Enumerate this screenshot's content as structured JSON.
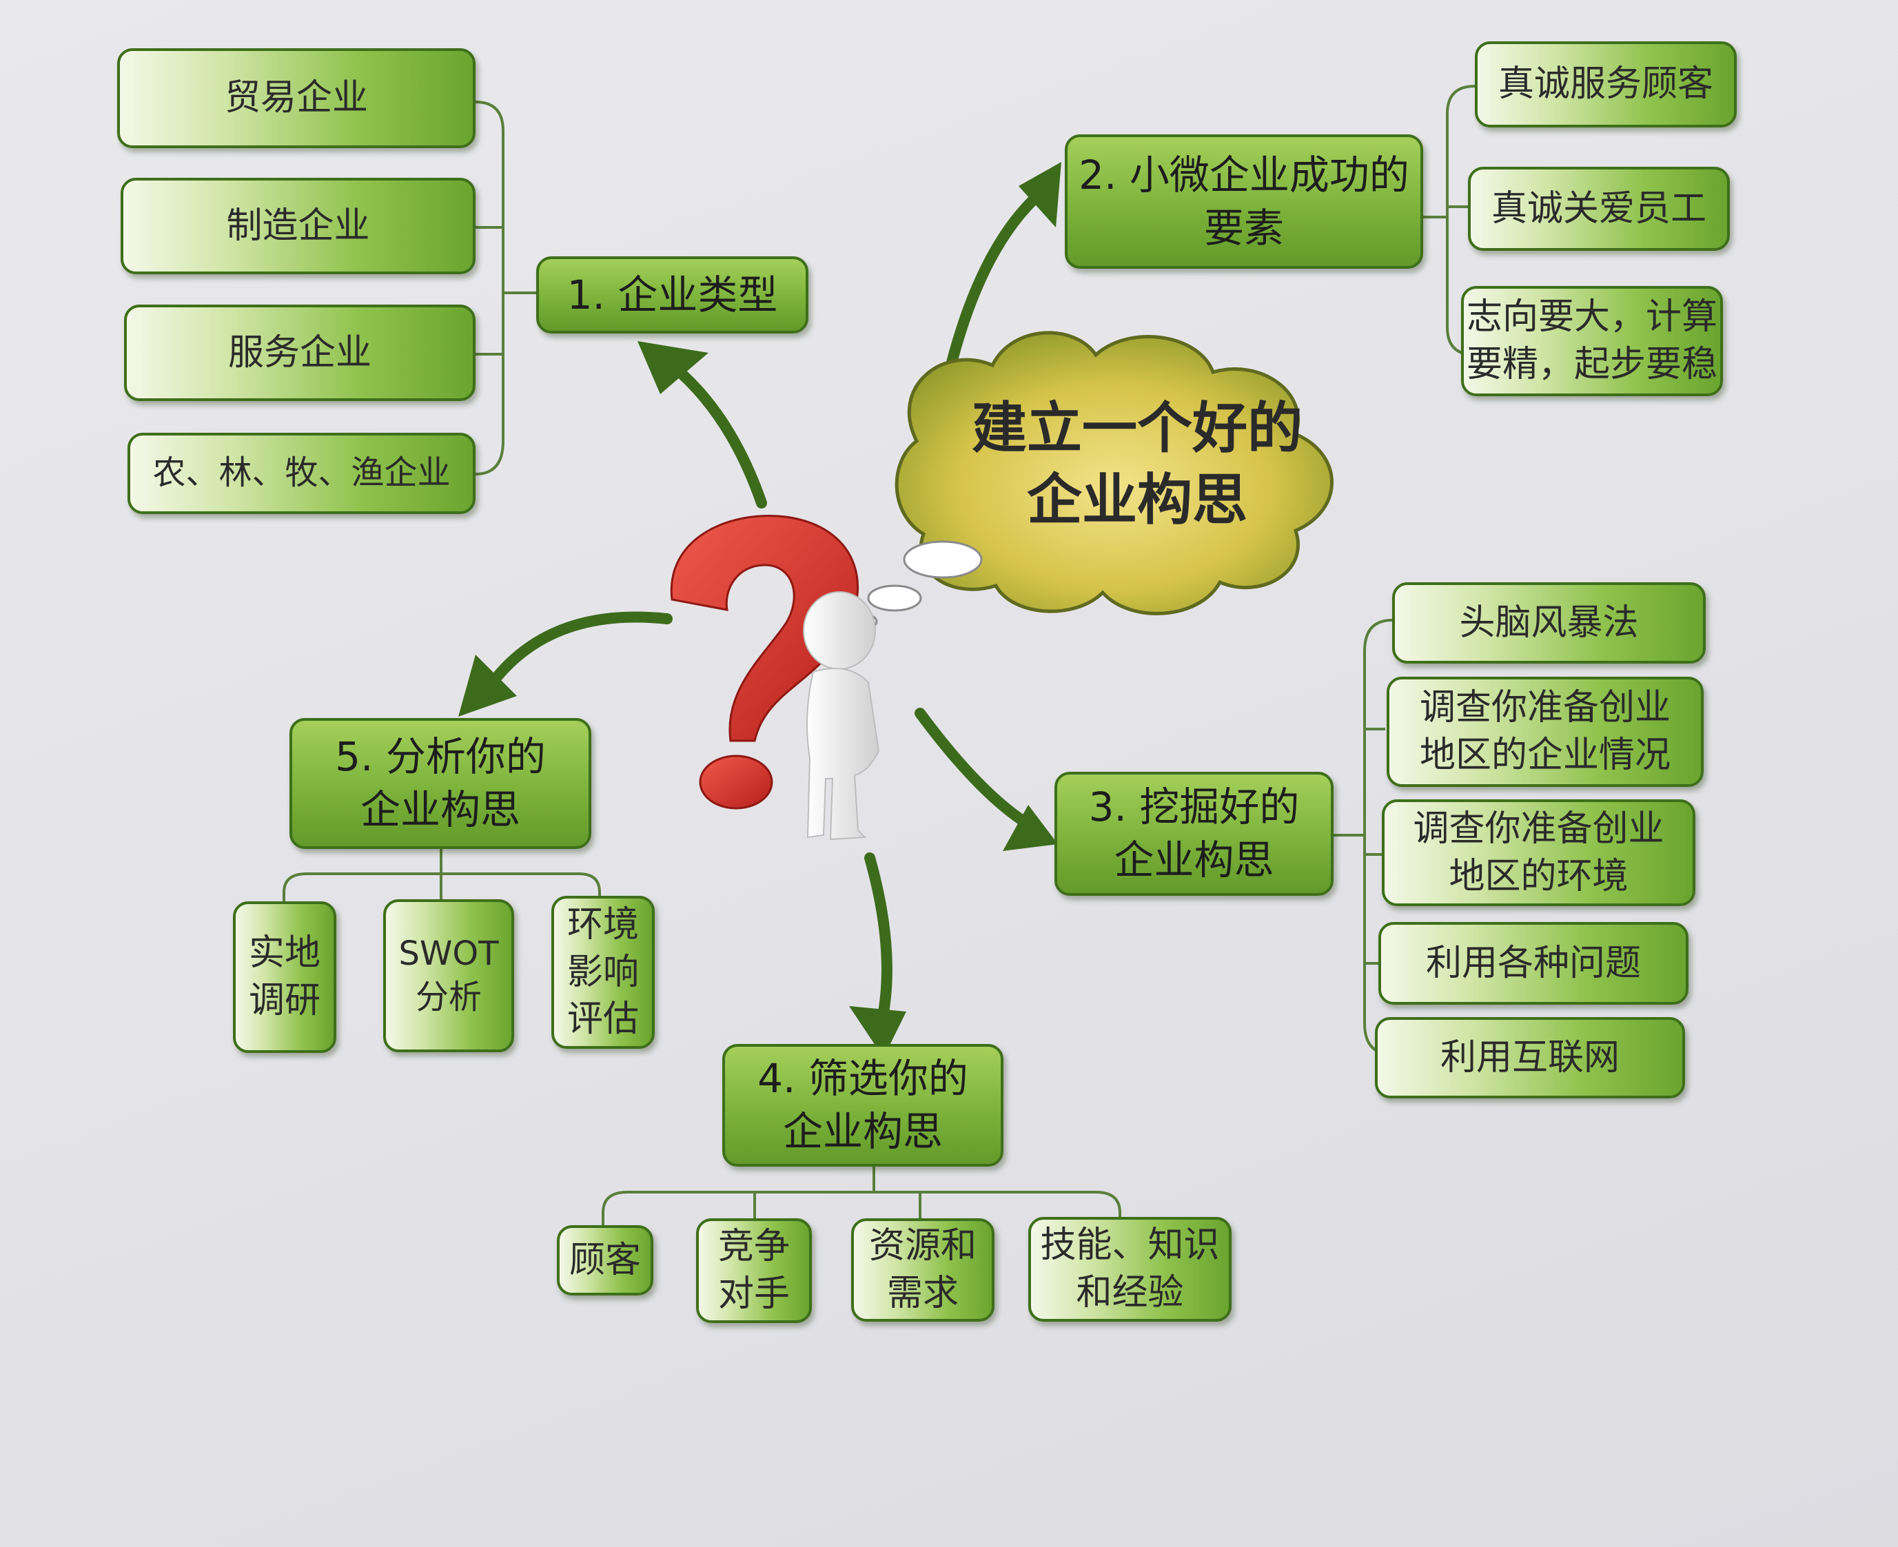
{
  "center": "建立一个好的\n企业构思",
  "branches": {
    "b1": {
      "title": "1. 企业类型",
      "items": [
        "贸易企业",
        "制造企业",
        "服务企业",
        "农、林、牧、渔企业"
      ]
    },
    "b2": {
      "title": "2. 小微企业成功的\n要素",
      "items": [
        "真诚服务顾客",
        "真诚关爱员工",
        "志向要大，计算\n要精，起步要稳"
      ]
    },
    "b3": {
      "title": "3. 挖掘好的\n企业构思",
      "items": [
        "头脑风暴法",
        "调查你准备创业\n地区的企业情况",
        "调查你准备创业\n地区的环境",
        "利用各种问题",
        "利用互联网"
      ]
    },
    "b4": {
      "title": "4. 筛选你的\n企业构思",
      "items": [
        "顾客",
        "竞争\n对手",
        "资源和\n需求",
        "技能、知识\n和经验"
      ]
    },
    "b5": {
      "title": "5. 分析你的\n企业构思",
      "items": [
        "实地\n调研",
        "SWOT\n分析",
        "环境\n影响\n评估"
      ]
    }
  },
  "colors": {
    "arrow": "#3d6b1c",
    "line": "#5a7f3c",
    "box_border": "#3e6f1a",
    "cloud": "#d7c64a",
    "question_mark": "#d9322b",
    "figure": "#f2f2f2"
  },
  "icons": [
    "question-mark-icon",
    "thinking-person-icon",
    "thought-cloud-icon"
  ]
}
